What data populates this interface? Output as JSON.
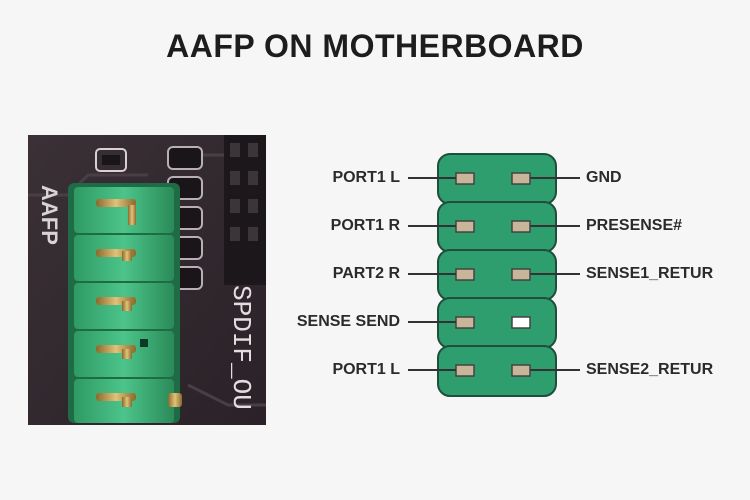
{
  "title": "AAFP ON MOTHERBOARD",
  "photo": {
    "board_label": "AAFP",
    "side_label": "SPDIF_OU"
  },
  "header_pinout": {
    "rows": [
      {
        "left_label": "PORT1 L",
        "right_label": "GND",
        "left_pin": "present",
        "right_pin": "present"
      },
      {
        "left_label": "PORT1 R",
        "right_label": "PRESENSE#",
        "left_pin": "present",
        "right_pin": "present"
      },
      {
        "left_label": "PART2 R",
        "right_label": "SENSE1_RETUR",
        "left_pin": "present",
        "right_pin": "present"
      },
      {
        "left_label": "SENSE SEND",
        "right_label": "",
        "left_pin": "present",
        "right_pin": "key"
      },
      {
        "left_label": "PORT1 L",
        "right_label": "SENSE2_RETUR",
        "left_pin": "present",
        "right_pin": "present"
      }
    ]
  },
  "colors": {
    "header_green": "#2e9e6e",
    "header_outline": "#1f4f3c",
    "pin_fill": "#c9b59a",
    "key_fill": "#ffffff"
  }
}
